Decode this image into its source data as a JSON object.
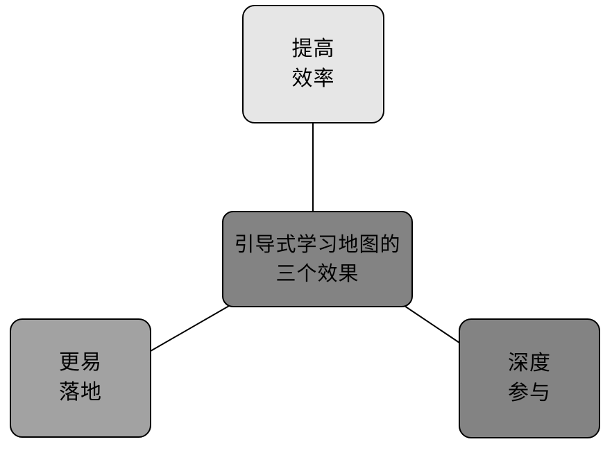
{
  "diagram": {
    "title": "引导式学习地图的三个效果",
    "background_color": "#ffffff",
    "border_color": "#000000",
    "text_color": "#000000",
    "connector_color": "#000000",
    "nodes": {
      "center": {
        "id": "center",
        "lines": [
          "引导式学习地图的",
          "三个效果"
        ],
        "fill": "#838383"
      },
      "top": {
        "id": "top",
        "lines": [
          "提高",
          "效率"
        ],
        "fill": "#e6e6e6"
      },
      "bottom_left": {
        "id": "bottom-left",
        "lines": [
          "更易",
          "落地"
        ],
        "fill": "#a2a2a2"
      },
      "bottom_right": {
        "id": "bottom-right",
        "lines": [
          "深度",
          "参与"
        ],
        "fill": "#838383"
      }
    },
    "connectors": [
      {
        "from": "center",
        "to": "top"
      },
      {
        "from": "center",
        "to": "bottom-left"
      },
      {
        "from": "center",
        "to": "bottom-right"
      }
    ]
  }
}
